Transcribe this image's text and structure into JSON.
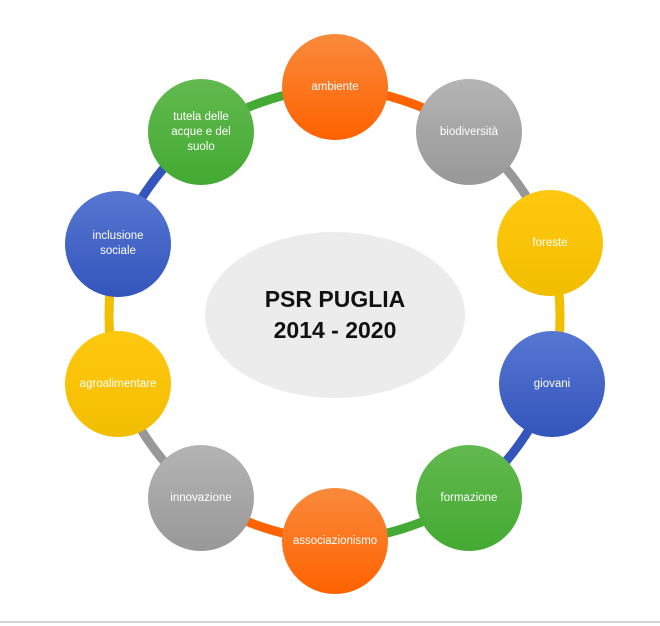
{
  "title": {
    "line1": "PSR PUGLIA",
    "line2": "2014 - 2020"
  },
  "colors": {
    "orange": [
      "#F98A3C",
      "#FF6200"
    ],
    "gray": [
      "#B4B4B4",
      "#989898"
    ],
    "yellow": [
      "#FFC810",
      "#F2BE00"
    ],
    "blue": [
      "#5677D2",
      "#3455BC"
    ],
    "green": [
      "#62B94E",
      "#44AA33"
    ],
    "center": "#ececec"
  },
  "nodes": [
    {
      "label": "ambiente",
      "color": "orange"
    },
    {
      "label": "biodiversità",
      "color": "gray"
    },
    {
      "label": "foreste",
      "color": "yellow"
    },
    {
      "label": "giovani",
      "color": "blue"
    },
    {
      "label": "formazione",
      "color": "green"
    },
    {
      "label": "associazionismo",
      "color": "orange"
    },
    {
      "label": "innovazione",
      "color": "gray"
    },
    {
      "label": "agroalimentare",
      "color": "yellow"
    },
    {
      "label": "inclusione sociale",
      "color": "blue"
    },
    {
      "label": "tutela delle acque e del suolo",
      "color": "green"
    }
  ]
}
